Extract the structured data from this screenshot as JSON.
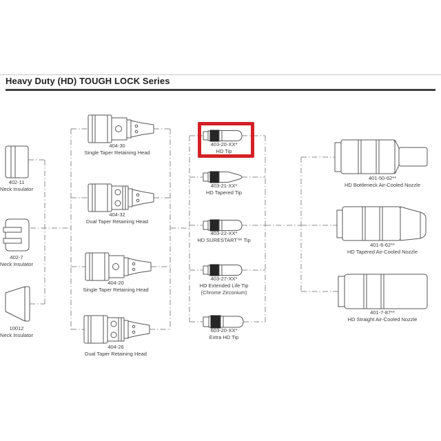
{
  "title": "Heavy Duty (HD) TOUGH LOCK Series",
  "highlight": {
    "color": "#d42027",
    "highlighted_part": "403-20-XX*"
  },
  "groups": {
    "neck_insulators": {
      "items": [
        {
          "number": "402-11",
          "lines": [
            "Neck Insulator"
          ]
        },
        {
          "number": "402-7",
          "lines": [
            "Neck Insulator"
          ]
        },
        {
          "number": "10012",
          "lines": [
            "Neck Insulator"
          ]
        }
      ]
    },
    "retaining_heads": {
      "items": [
        {
          "number": "404-30",
          "lines": [
            "Single Taper Retaining Head"
          ]
        },
        {
          "number": "404-32",
          "lines": [
            "Dual Taper Retaining Head"
          ]
        },
        {
          "number": "404-20",
          "lines": [
            "Single Taper Retaining Head"
          ]
        },
        {
          "number": "404-26",
          "lines": [
            "Dual Taper Retaining Head"
          ]
        }
      ]
    },
    "tips": {
      "items": [
        {
          "number": "403-20-XX*",
          "lines": [
            "HD Tip"
          ]
        },
        {
          "number": "403-21-XX*",
          "lines": [
            "HD Tapered Tip"
          ]
        },
        {
          "number": "403-22-XX*",
          "lines": [
            "HD SURESTART™ Tip"
          ]
        },
        {
          "number": "403-27-XX*",
          "lines": [
            "HD Extended Life Tip",
            "(Chrome Zirconium)"
          ]
        },
        {
          "number": "603-20-XX*",
          "lines": [
            "Extra HD Tip"
          ]
        }
      ]
    },
    "nozzles": {
      "items": [
        {
          "number": "401-50-62**",
          "lines": [
            "HD Bottleneck Air-Cooled Nozzle"
          ]
        },
        {
          "number": "401-6-62**",
          "lines": [
            "HD Tapered Air-Cooled Nozzle"
          ]
        },
        {
          "number": "401-7-87**",
          "lines": [
            "HD Straight Air-Cooled Nozzle"
          ]
        }
      ]
    }
  }
}
